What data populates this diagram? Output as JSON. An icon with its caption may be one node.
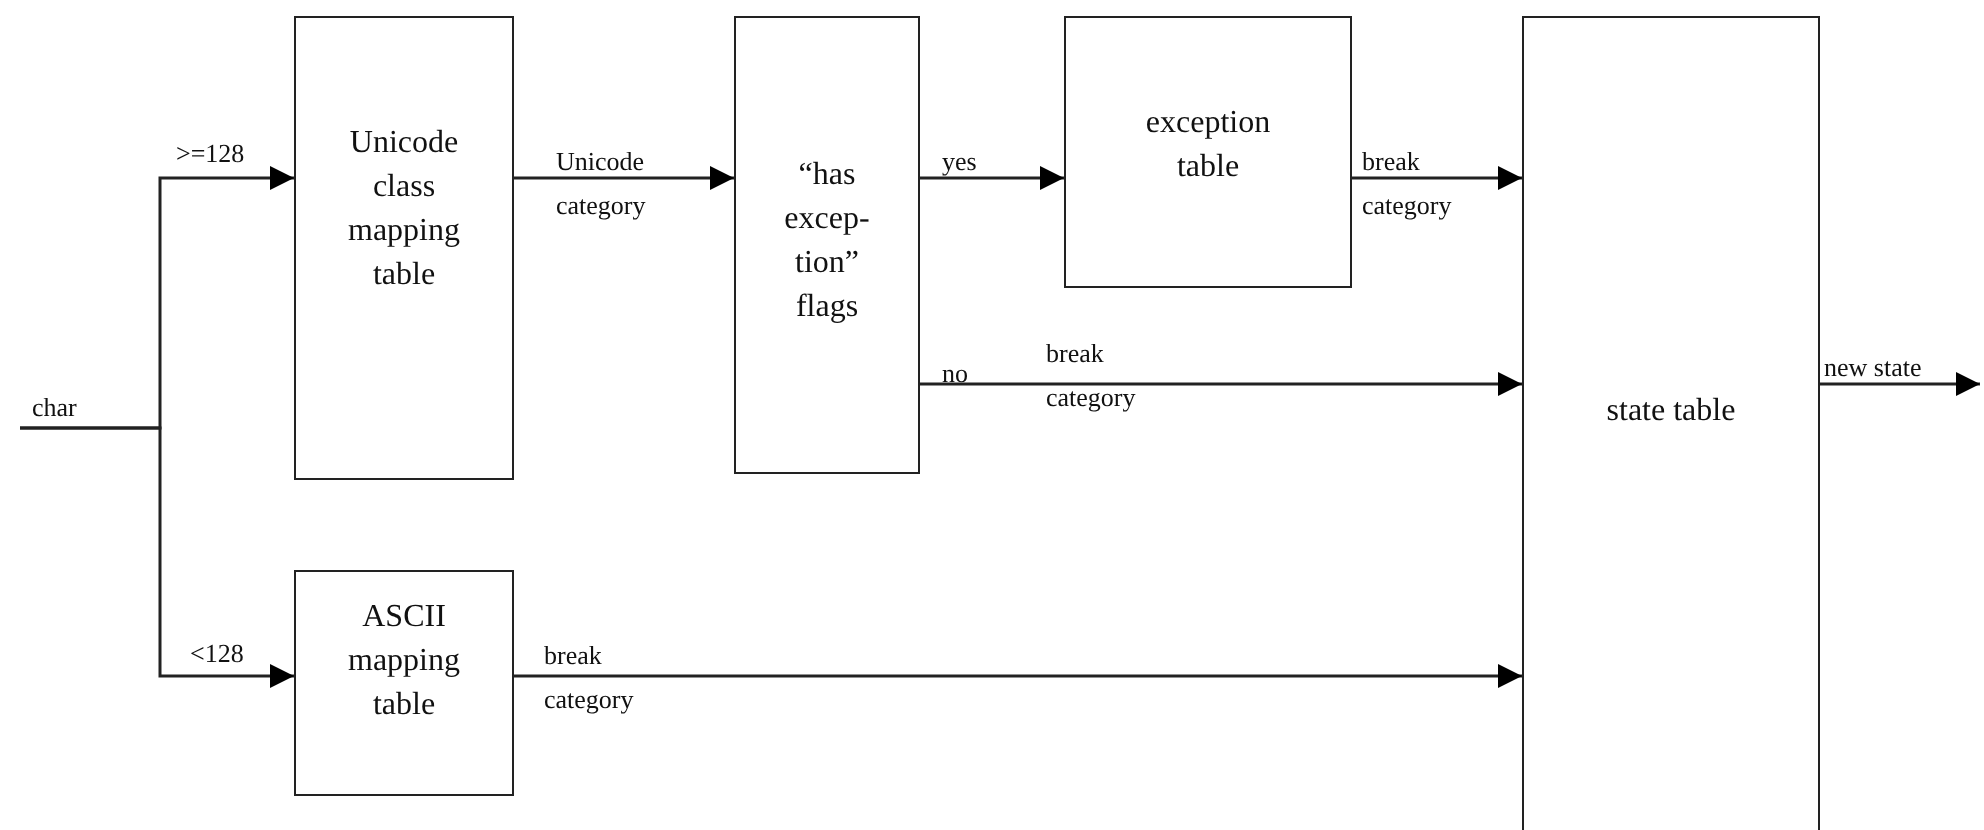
{
  "diagram": {
    "nodes": [
      {
        "text": [
          "char"
        ]
      },
      {
        "text": [
          "Unicode class mapping table"
        ]
      },
      {
        "text": [
          "“has excep- tion” flags"
        ]
      },
      {
        "text": [
          "exception table"
        ]
      },
      {
        "text": [
          "ASCII mapping table"
        ]
      },
      {
        "text": [
          "state table"
        ]
      }
    ],
    "edges": [
      {
        "from": 0,
        "to": 1,
        "arrow": "to",
        "label": ">=128"
      },
      {
        "from": 0,
        "to": 4,
        "arrow": "to",
        "label": "<128"
      },
      {
        "from": 1,
        "to": 2,
        "arrow": "to",
        "label": "Unicode category"
      },
      {
        "from": 2,
        "to": 3,
        "arrow": "to",
        "label": "yes"
      },
      {
        "from": 3,
        "to": 5,
        "arrow": "to",
        "label": "break category"
      },
      {
        "from": 2,
        "to": 5,
        "arrow": "to",
        "label": "no"
      },
      {
        "from": 4,
        "to": 5,
        "arrow": "to",
        "label": "break category"
      },
      {
        "from": 5,
        "to": null,
        "arrow": "to",
        "label": "new state"
      }
    ],
    "labels": [
      "break category"
    ]
  }
}
